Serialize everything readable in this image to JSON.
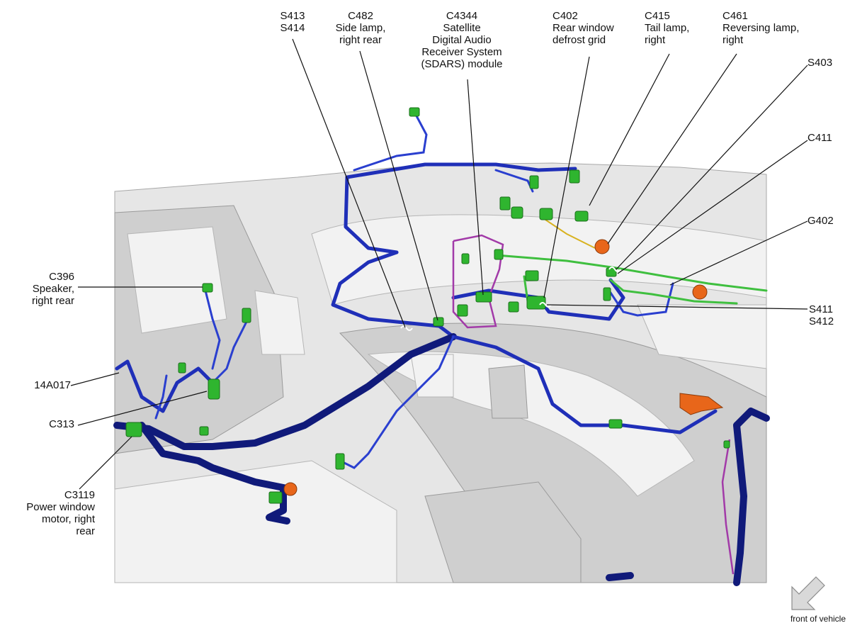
{
  "callouts": {
    "s413_s414": [
      "S413",
      "S414"
    ],
    "c482": [
      "C482",
      "Side lamp,",
      "right rear"
    ],
    "c4344": [
      "C4344",
      "Satellite",
      "Digital Audio",
      "Receiver System",
      "(SDARS) module"
    ],
    "c402": [
      "C402",
      "Rear window",
      "defrost grid"
    ],
    "c415": [
      "C415",
      "Tail lamp,",
      "right"
    ],
    "c461": [
      "C461",
      "Reversing lamp,",
      "right"
    ],
    "s403": [
      "S403"
    ],
    "c411": [
      "C411"
    ],
    "g402": [
      "G402"
    ],
    "s411_s412": [
      "S411",
      "S412"
    ],
    "c396": [
      "C396",
      "Speaker,",
      "right rear"
    ],
    "harness_14a017": [
      "14A017"
    ],
    "c313": [
      "C313"
    ],
    "c3119": [
      "C3119",
      "Power window",
      "motor, right",
      "rear"
    ]
  },
  "orientation": {
    "label": "front of vehicle",
    "icon": "arrow-down-left-icon"
  },
  "colors": {
    "harness": "#1f2fb8",
    "connector": "#2fb52f",
    "grommet": "#e8661a",
    "ground_wire": "#3fbf3f",
    "sdars_wire": "#a23aa8"
  }
}
